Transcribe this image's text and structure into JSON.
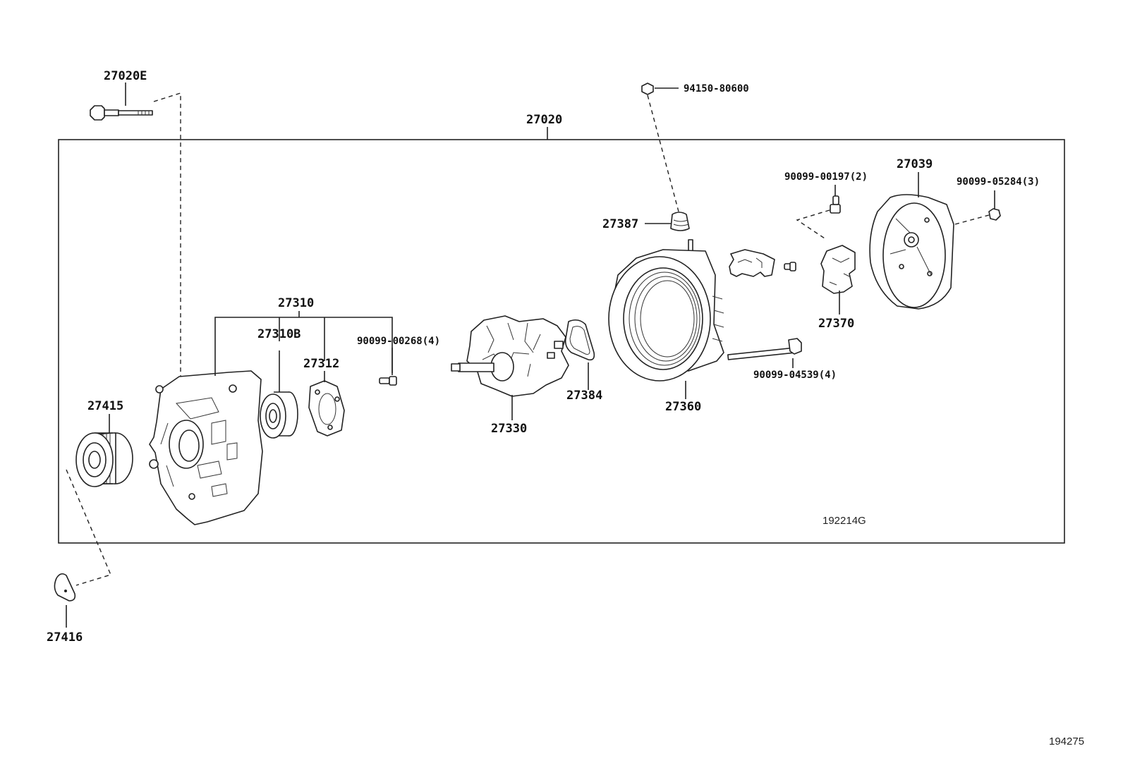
{
  "labels": {
    "bolt_top": "27020E",
    "assembly": "27020",
    "nut_top": "94150-80600",
    "frame_group": "27310",
    "bearing": "27310B",
    "plate": "27312",
    "screw_4": "90099-00268(4)",
    "rotor": "27330",
    "gasket": "27384",
    "insulator": "27387",
    "stator": "27360",
    "bolt_long": "90099-04539(4)",
    "screw_2": "90099-00197(2)",
    "regulator": "27370",
    "cover": "27039",
    "nut_3": "90099-05284(3)",
    "pulley": "27415",
    "cap": "27416"
  },
  "illustration_code": "192214G",
  "page_code": "194275"
}
